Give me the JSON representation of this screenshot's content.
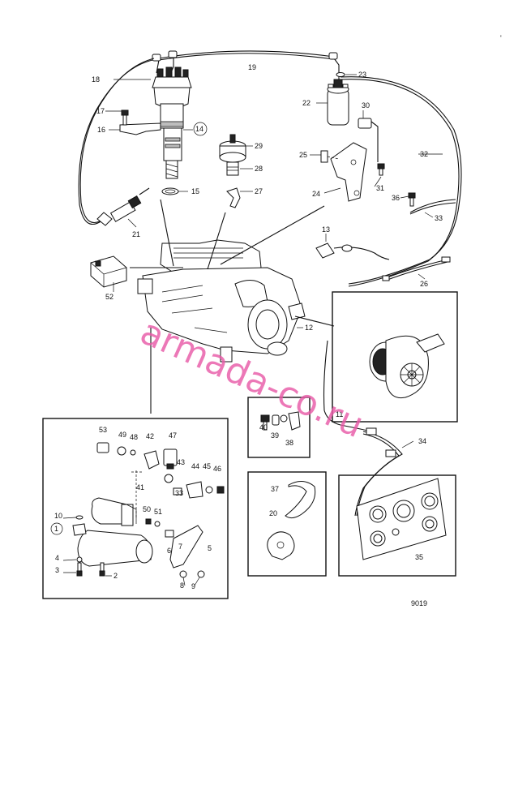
{
  "drawing_number": "9019",
  "corner_mark": "'",
  "watermark": "armada-co.ru",
  "colors": {
    "line": "#111111",
    "watermark": "#e85ba8",
    "background": "#ffffff"
  },
  "callouts": {
    "c1": "1",
    "c2": "2",
    "c3": "3",
    "c4": "4",
    "c5": "5",
    "c6": "6",
    "c7": "7",
    "c8": "8",
    "c9": "9",
    "c10": "10",
    "c11": "11",
    "c12": "12",
    "c13": "13",
    "c14": "14",
    "c15": "15",
    "c16": "16",
    "c17": "17",
    "c18": "18",
    "c19": "19",
    "c20": "20",
    "c21": "21",
    "c22": "22",
    "c23": "23",
    "c24": "24",
    "c25": "25",
    "c26": "26",
    "c27": "27",
    "c28": "28",
    "c29": "29",
    "c30": "30",
    "c31": "31",
    "c32": "32",
    "c33a": "33",
    "c33b": "33",
    "c34": "34",
    "c35": "35",
    "c36": "36",
    "c37": "37",
    "c38": "38",
    "c39": "39",
    "c40": "40",
    "c41": "41",
    "c42": "42",
    "c43": "43",
    "c44": "44",
    "c45": "45",
    "c46": "46",
    "c47": "47",
    "c48": "48",
    "c49": "49",
    "c50": "50",
    "c51": "51",
    "c52": "52",
    "c53": "53"
  }
}
